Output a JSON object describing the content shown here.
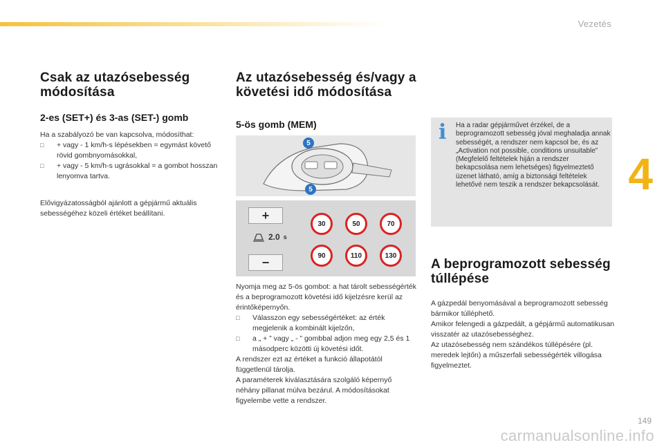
{
  "header": {
    "section": "Vezetés",
    "chapter": "4"
  },
  "footer": {
    "page_number": "149",
    "watermark": "carmanualsonline.info"
  },
  "col1": {
    "title": "Csak az utazósebesség módosítása",
    "subtitle": "2-es (SET+) és 3-as (SET-) gomb",
    "intro": "Ha a szabályozó be van kapcsolva, módosíthat:",
    "bullets": [
      "+ vagy - 1 km/h-s lépésekben = egymást követő rövid gombnyomásokkal,",
      "+ vagy - 5 km/h-s ugrásokkal = a gombot hosszan lenyomva tartva."
    ],
    "note": "Elővigyázatosságból ajánlott a gépjármű aktuális sebességéhez közeli értéket beállítani."
  },
  "col2": {
    "title": "Az utazósebesség és/vagy a követési idő módosítása",
    "subtitle": "5-ös gomb (MEM)",
    "figure1": {
      "callout_top": "5",
      "callout_bottom": "5"
    },
    "figure2": {
      "plus": "+",
      "minus": "−",
      "time_value": "2.0",
      "time_unit": "s",
      "speeds": [
        "30",
        "50",
        "70",
        "90",
        "110",
        "130"
      ]
    },
    "para1": "Nyomja meg az 5-ös gombot: a hat tárolt sebességérték és a beprogramozott követési idő kijelzésre kerül az érintőképernyőn.",
    "bullets": [
      "Válasszon egy sebességértéket: az érték megjelenik a kombinált kijelzőn,",
      "a „ + ” vagy „ - ” gombbal adjon meg egy 2,5 és 1 másodperc közötti új követési időt."
    ],
    "para2": "A rendszer ezt az értéket a funkció állapotától függetlenül tárolja.",
    "para3": "A paraméterek kiválasztására szolgáló képernyő néhány pillanat múlva bezárul. A módosításokat figyelembe vette a rendszer."
  },
  "infobox": {
    "text": "Ha a radar gépjárművet érzékel, de a beprogramozott sebesség jóval meghaladja annak sebességét, a rendszer nem kapcsol be, és az „Activation not possible, conditions unsuitable” (Megfelelő feltételek hiján a rendszer bekapcsolása nem lehetséges) figyelmeztető üzenet látható, amíg a biztonsági feltételek lehetővé nem teszik a rendszer bekapcsolását."
  },
  "col3": {
    "title": "A beprogramozott sebesség túllépése",
    "paragraphs": [
      "A gázpedál benyomásával a beprogramozott sebesség bármikor túlléphető.",
      "Amikor felengedi a gázpedált, a gépjármű automatikusan visszatér az utazósebességhez.",
      "Az utazósebesség nem szándékos túllépésére (pl. meredek lejtőn) a műszerfali sebességérték villogása figyelmeztet."
    ]
  },
  "colors": {
    "accent": "#f2b316",
    "info_blue": "#3f8fd6",
    "sign_red": "#d82424"
  }
}
